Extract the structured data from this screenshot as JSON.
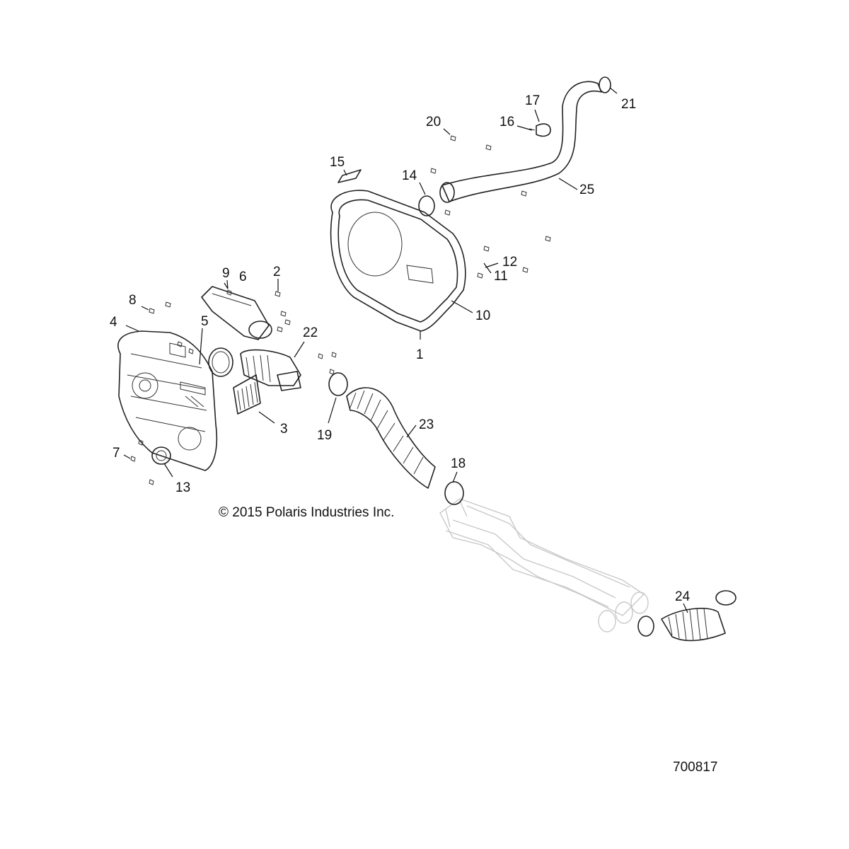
{
  "callouts": {
    "c1": "1",
    "c2": "2",
    "c3": "3",
    "c4": "4",
    "c5": "5",
    "c6": "6",
    "c7": "7",
    "c8": "8",
    "c9": "9",
    "c10": "10",
    "c11": "11",
    "c12": "12",
    "c13": "13",
    "c14": "14",
    "c15": "15",
    "c16": "16",
    "c17": "17",
    "c18": "18",
    "c19": "19",
    "c20": "20",
    "c21": "21",
    "c22": "22",
    "c23": "23",
    "c24": "24",
    "c25": "25"
  },
  "copyright": "© 2015 Polaris Industries Inc.",
  "diagram_number": "700817"
}
